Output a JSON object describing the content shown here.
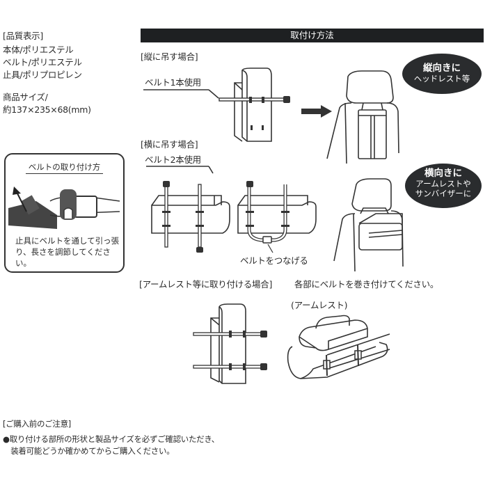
{
  "spec": {
    "title": "[品質表示]",
    "lines": [
      "本体/ポリエステル",
      "ベルト/ポリエステル",
      "止具/ポリプロピレン"
    ],
    "size_label": "商品サイズ/",
    "size_value": "約137×235×68(mm)"
  },
  "install": {
    "header": "取付け方法",
    "vertical": {
      "label": "[縦に吊す場合]",
      "belt_note": "ベルト1本使用",
      "badge_title": "縦向きに",
      "badge_sub": "ヘッドレスト等"
    },
    "horizontal": {
      "label": "[横に吊す場合]",
      "belt_note": "ベルト2本使用",
      "connect_note": "ベルトをつなげる",
      "badge_title": "横向きに",
      "badge_sub_1": "アームレストや",
      "badge_sub_2": "サンバイザーに"
    },
    "armrest": {
      "label": "[アームレスト等に取り付ける場合]",
      "instruction": "各部にベルトを巻き付けてください。",
      "caption": "(アームレスト)"
    }
  },
  "belt_box": {
    "title": "ベルトの取り付け方",
    "description": "止具にベルトを通して引っ張り、長さを調節してください。"
  },
  "notice": {
    "title": "[ご購入前のご注意]",
    "line1": "●取り付ける部所の形状と製品サイズを必ずご確認いただき、",
    "line2": "　装着可能どうか確かめてからご購入ください。"
  },
  "colors": {
    "dark": "#1e2022",
    "line": "#333333",
    "text": "#2b2b2b"
  }
}
